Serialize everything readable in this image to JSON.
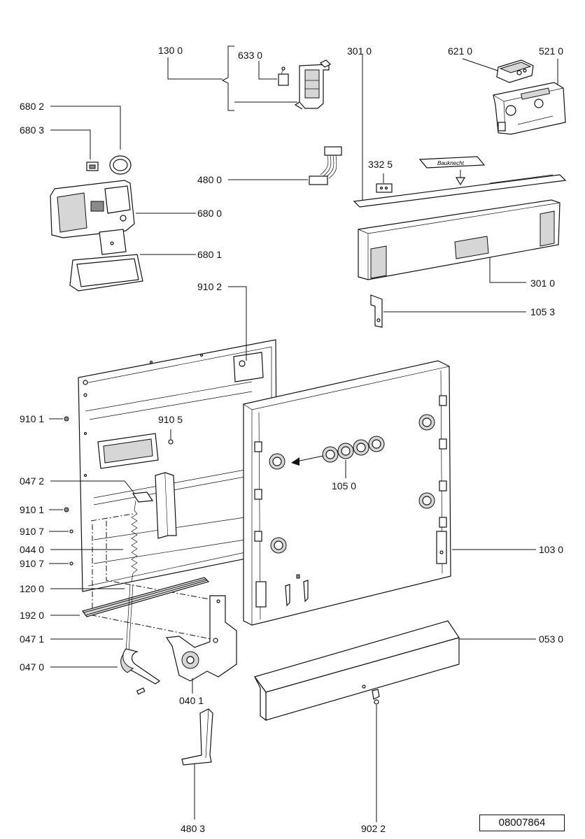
{
  "labels": {
    "p1300": "130 0",
    "p6330": "633 0",
    "p3010_top": "301 0",
    "p6210": "621 0",
    "p5210": "521 0",
    "p6802": "680 2",
    "p6803": "680 3",
    "p3325": "332 5",
    "p4800": "480 0",
    "p6800": "680 0",
    "p6801": "680 1",
    "p3010_side": "301 0",
    "p9102": "910 2",
    "p1053": "105 3",
    "p9101_a": "910 1",
    "p9105": "910 5",
    "p0472": "047 2",
    "p1050": "105 0",
    "p9101_b": "910 1",
    "p9107_a": "910 7",
    "p0440": "044 0",
    "p1030": "103 0",
    "p9107_b": "910 7",
    "p1200": "120 0",
    "p1920": "192 0",
    "p0471": "047 1",
    "p0530": "053 0",
    "p0470": "047 0",
    "p0401": "040 1",
    "p4803": "480 3",
    "p9022": "902 2"
  },
  "brand_plate": "Bauknecht",
  "doc_number": "08007864"
}
